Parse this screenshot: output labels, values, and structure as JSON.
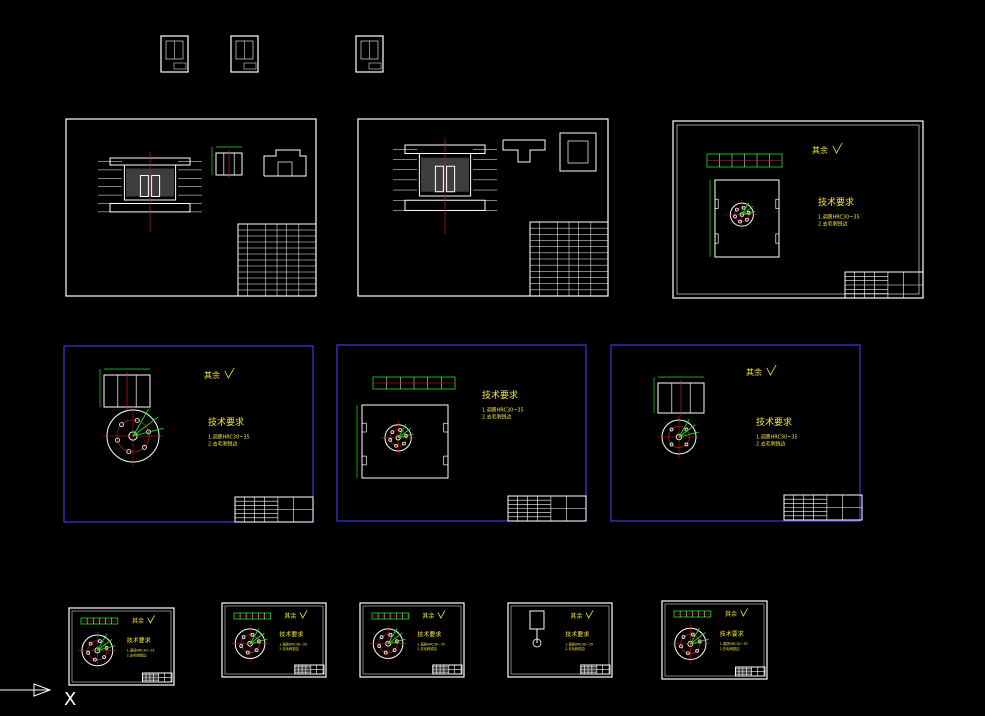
{
  "canvas": {
    "background": "#000000"
  },
  "colors": {
    "sheet_border": "#ffffff",
    "sheet_border_alt": "#3a3adf",
    "geometry": "#ffffff",
    "dims": "#19e619",
    "text": "#f5e63c",
    "center": "#e02020",
    "cyan": "#19e6e6"
  },
  "labels": {
    "roughness_note": "其余",
    "tech_req_title": "技术要求",
    "tech_req_line1": "1.调质HRC30~35",
    "tech_req_line2": "2.去毛刺锐边"
  },
  "sheets": [
    {
      "id": "mini-1",
      "kind": "thumb",
      "has_title_block": true
    },
    {
      "id": "mini-2",
      "kind": "thumb",
      "has_title_block": true
    },
    {
      "id": "mini-3",
      "kind": "thumb",
      "has_title_block": true
    },
    {
      "id": "assembly-1",
      "kind": "assembly"
    },
    {
      "id": "assembly-2",
      "kind": "assembly"
    },
    {
      "id": "plate-1",
      "kind": "plate"
    },
    {
      "id": "part-round-1",
      "kind": "round"
    },
    {
      "id": "part-plate-2",
      "kind": "plate"
    },
    {
      "id": "part-round-2",
      "kind": "round"
    },
    {
      "id": "small-1",
      "kind": "small-round"
    },
    {
      "id": "small-2",
      "kind": "small-round"
    },
    {
      "id": "small-3",
      "kind": "small-round"
    },
    {
      "id": "small-4",
      "kind": "small-pin"
    },
    {
      "id": "small-5",
      "kind": "small-round"
    }
  ],
  "ucs": {
    "x_label": "X"
  }
}
